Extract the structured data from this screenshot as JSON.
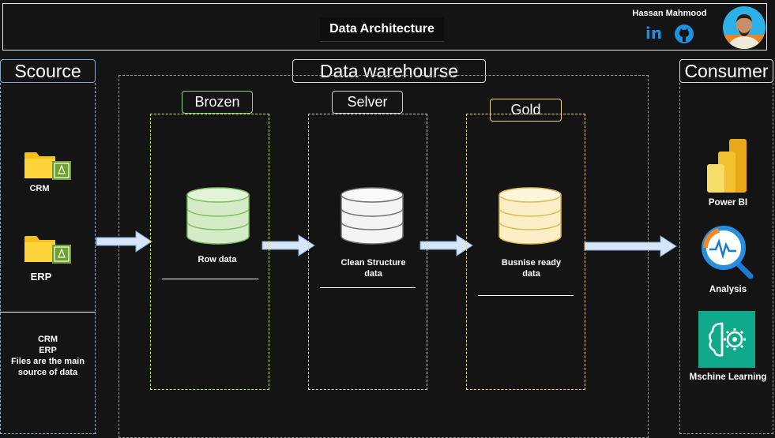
{
  "header": {
    "title": "Data Architecture",
    "author": "Hassan Mahmood",
    "linkedin_icon": "linkedin-icon",
    "github_icon": "github-icon",
    "linkedin_glyph": "in"
  },
  "source": {
    "title": "Scource",
    "items": [
      {
        "label": "CRM",
        "icon": "folder-icon"
      },
      {
        "label": "ERP",
        "icon": "folder-icon"
      }
    ],
    "note_lines": [
      "CRM",
      "ERP",
      "Files are the main",
      "source of data"
    ]
  },
  "warehouse": {
    "title": "Data warehourse",
    "layers": [
      {
        "title": "Brozen",
        "desc_lines": [
          "Row data"
        ],
        "color": "#8fd27d"
      },
      {
        "title": "Selver",
        "desc_lines": [
          "Clean Structure",
          "data"
        ],
        "color": "#f0f0f0"
      },
      {
        "title": "Gold",
        "desc_lines": [
          "Busnise ready",
          "data"
        ],
        "color": "#f2d38a"
      }
    ]
  },
  "consumer": {
    "title": "Consumer",
    "items": [
      {
        "label": "Power BI",
        "icon": "power-bi-icon"
      },
      {
        "label": "Analysis",
        "icon": "analysis-icon"
      },
      {
        "label": "Mschine Learning",
        "icon": "machine-learning-icon"
      }
    ]
  },
  "colors": {
    "background": "#141414",
    "arrow": "#d6e6f8",
    "bronze_cylinder": "#d5ebc8",
    "silver_cylinder": "#f4f4f4",
    "gold_cylinder": "#fcefc8"
  }
}
